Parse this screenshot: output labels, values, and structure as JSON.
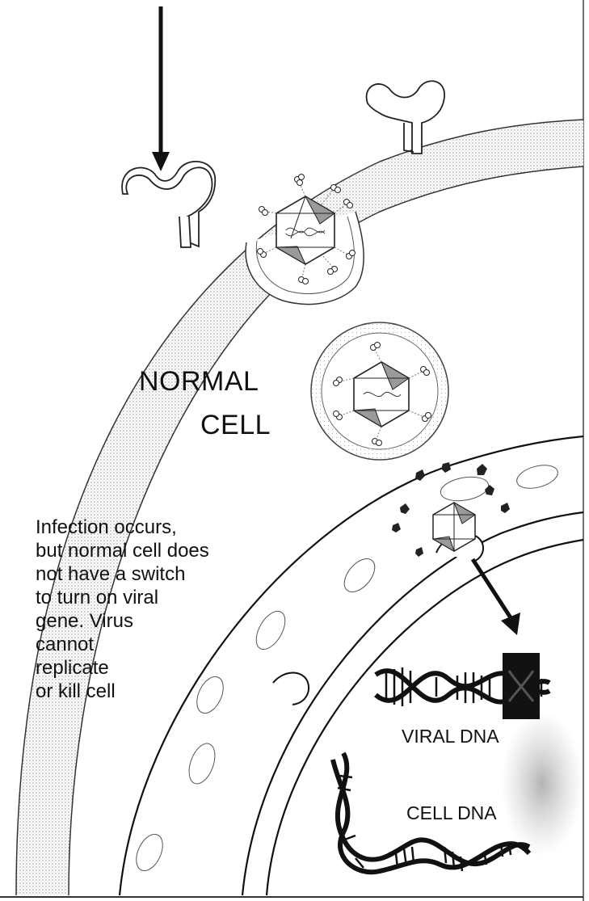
{
  "title": {
    "line1": "NORMAL",
    "line2": "CELL"
  },
  "description": [
    "Infection occurs,",
    "but normal cell does",
    "not have a switch",
    "to turn on viral",
    "gene. Virus",
    "cannot",
    "replicate",
    "or kill cell"
  ],
  "labels": {
    "viral_dna": "VIRAL DNA",
    "cell_dna": "CELL DNA"
  },
  "colors": {
    "ink": "#111111",
    "membrane_shade": "#d4d4d4",
    "dna_fill": "#1a1a1a",
    "gene_block": "#121212"
  },
  "icons": {
    "entry_arrow": "arrow-down",
    "nuclear_arrow": "arrow-down-right",
    "receptors": "y-shaped-receptor",
    "virus": "icosahedral-virus-capsid",
    "dna": "double-helix"
  }
}
